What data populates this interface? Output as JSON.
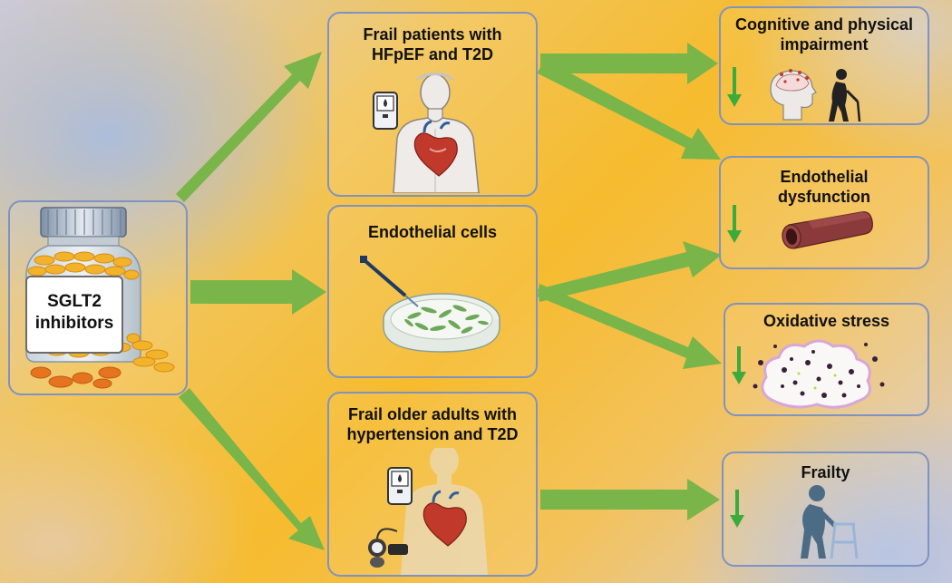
{
  "drug": {
    "label": "SGLT2\ninhibitors"
  },
  "middle": [
    {
      "title": "Frail patients with\nHFpEF and T2D"
    },
    {
      "title": "Endothelial cells"
    },
    {
      "title": "Frail older adults with\nhypertension and T2D"
    }
  ],
  "outcomes": [
    {
      "title": "Cognitive and physical\nimpairment",
      "direction": "decrease"
    },
    {
      "title": "Endothelial\ndysfunction",
      "direction": "decrease"
    },
    {
      "title": "Oxidative stress",
      "direction": "decrease"
    },
    {
      "title": "Frailty",
      "direction": "decrease"
    }
  ],
  "colors": {
    "arrow": "#79b548",
    "box_border": "#7f93c2",
    "down_arrow": "#3daa3d",
    "pill": "#f2b22a",
    "vessel": "#8a3a3a",
    "person": "#4c6c86"
  },
  "icons": [
    "pill-bottle-icon",
    "glucose-meter-icon",
    "human-torso-icon",
    "heart-icon",
    "pipette-icon",
    "petri-dish-icon",
    "head-brain-icon",
    "walking-cane-person-icon",
    "blood-vessel-icon",
    "oxidative-particles-icon",
    "blood-pressure-cuff-icon",
    "walker-person-icon",
    "down-arrow-icon"
  ]
}
